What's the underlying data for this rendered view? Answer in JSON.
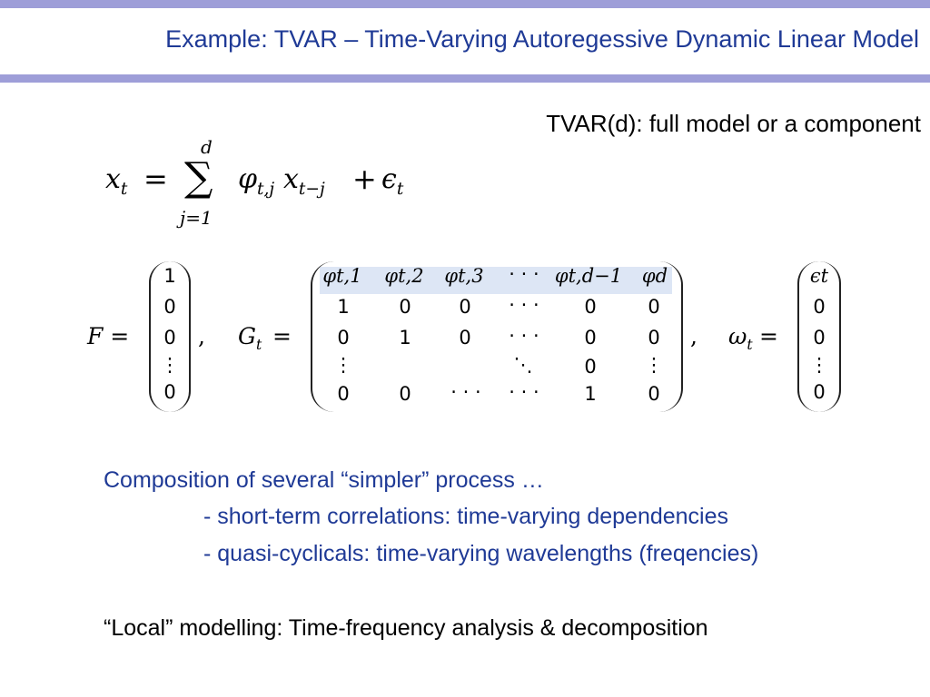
{
  "slide": {
    "title": "Example: TVAR – Time-Varying Autoregessive Dynamic Linear Model",
    "subtitle": "TVAR(d):  full model or a component",
    "equation": {
      "lhs": "x",
      "lhs_sub": "t",
      "equals": "=",
      "sum_symbol": "∑",
      "sum_upper": "d",
      "sum_lower": "j=1",
      "term": "φ",
      "term_sub": "t,j",
      "term2": "x",
      "term2_sub": "t−j",
      "plus": "+",
      "noise": "ϵ",
      "noise_sub": "t"
    },
    "matrices": {
      "F_label": "F =",
      "F_values": [
        "1",
        "0",
        "0",
        "⋮",
        "0"
      ],
      "G_label": "G",
      "G_label_sub": "t",
      "G_equals": "=",
      "G_row1": [
        "φt,1",
        "φt,2",
        "φt,3",
        "· · ·",
        "φt,d−1",
        "φd"
      ],
      "G_row2": [
        "1",
        "0",
        "0",
        "· · ·",
        "0",
        "0"
      ],
      "G_row3": [
        "0",
        "1",
        "0",
        "· · ·",
        "0",
        "0"
      ],
      "G_row4": [
        "⋮",
        "",
        "",
        "⋱",
        "0",
        "⋮"
      ],
      "G_row5": [
        "0",
        "0",
        "· · ·",
        "· · ·",
        "1",
        "0"
      ],
      "omega_label": "ω",
      "omega_sub": "t",
      "omega_equals": "=",
      "omega_values": [
        "ϵt",
        "0",
        "0",
        "⋮",
        "0"
      ],
      "comma": ","
    },
    "bullets": {
      "heading": "Composition of several “simpler” process …",
      "item1": "-  short-term correlations:  time-varying dependencies",
      "item2": "-  quasi-cyclicals:  time-varying wavelengths (freqencies)"
    },
    "footer": "“Local” modelling:  Time-frequency analysis & decomposition",
    "colors": {
      "accent_bar": "#9e9ed8",
      "title_blue": "#1f3a96",
      "highlight_row": "#dde6f5"
    }
  }
}
